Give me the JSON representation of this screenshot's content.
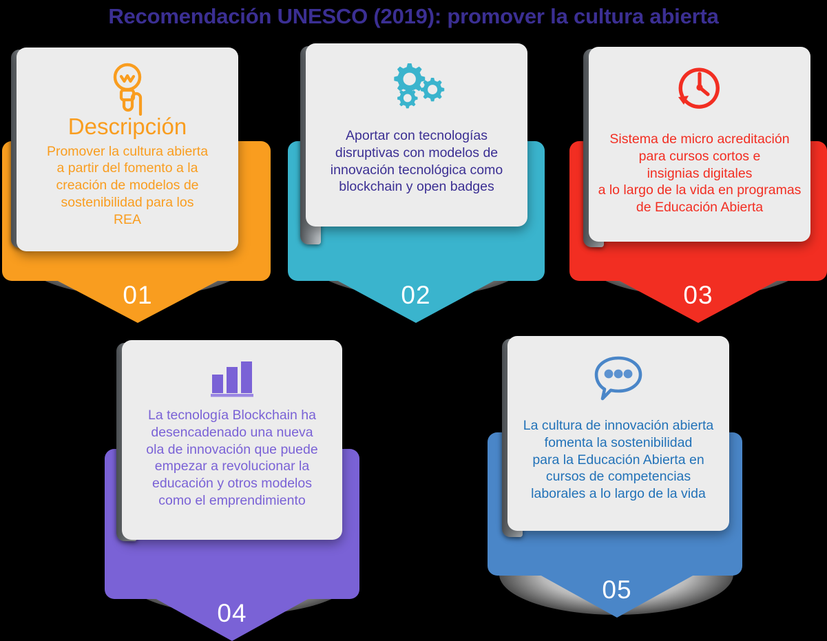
{
  "title": "Recomendación UNESCO (2019): promover la cultura abierta",
  "title_color": "#3b2f93",
  "background_color": "#000000",
  "card_surface_color": "#ececec",
  "cards": [
    {
      "number": "01",
      "icon": "lightbulb-icon",
      "accent_color": "#f99d1f",
      "heading": "Descripción",
      "heading_color": "#f99d1f",
      "text": "Promover la cultura abierta\na partir del fomento a la\ncreación de modelos de\nsostenibilidad para los\nREA",
      "text_color": "#f99d1f"
    },
    {
      "number": "02",
      "icon": "gears-icon",
      "accent_color": "#3ab4cd",
      "heading": "",
      "heading_color": "#3ab4cd",
      "text": "Aportar con tecnologías\ndisruptivas con modelos de\ninnovación tecnológica como\nblockchain y open badges",
      "text_color": "#3b2f93"
    },
    {
      "number": "03",
      "icon": "clock-arrow-icon",
      "accent_color": "#f22e22",
      "heading": "",
      "heading_color": "#f22e22",
      "text": "Sistema de micro acreditación\npara cursos cortos e\ninsignias digitales\na lo largo de la vida en programas\nde Educación Abierta",
      "text_color": "#f22e22"
    },
    {
      "number": "04",
      "icon": "bar-chart-icon",
      "accent_color": "#7a62d6",
      "heading": "",
      "heading_color": "#7a62d6",
      "text": "La tecnología Blockchain ha\ndesencadenado una nueva\nola de innovación que puede\nempezar a revolucionar la\neducación y otros modelos\ncomo el emprendimiento",
      "text_color": "#7a62d6"
    },
    {
      "number": "05",
      "icon": "speech-bubble-icon",
      "accent_color": "#4a86c8",
      "heading": "",
      "heading_color": "#4a86c8",
      "text": "La cultura de innovación abierta\nfomenta la sostenibilidad\npara la Educación Abierta en\ncursos de competencias\nlaborales a lo largo de la vida",
      "text_color": "#2272b8"
    }
  ]
}
